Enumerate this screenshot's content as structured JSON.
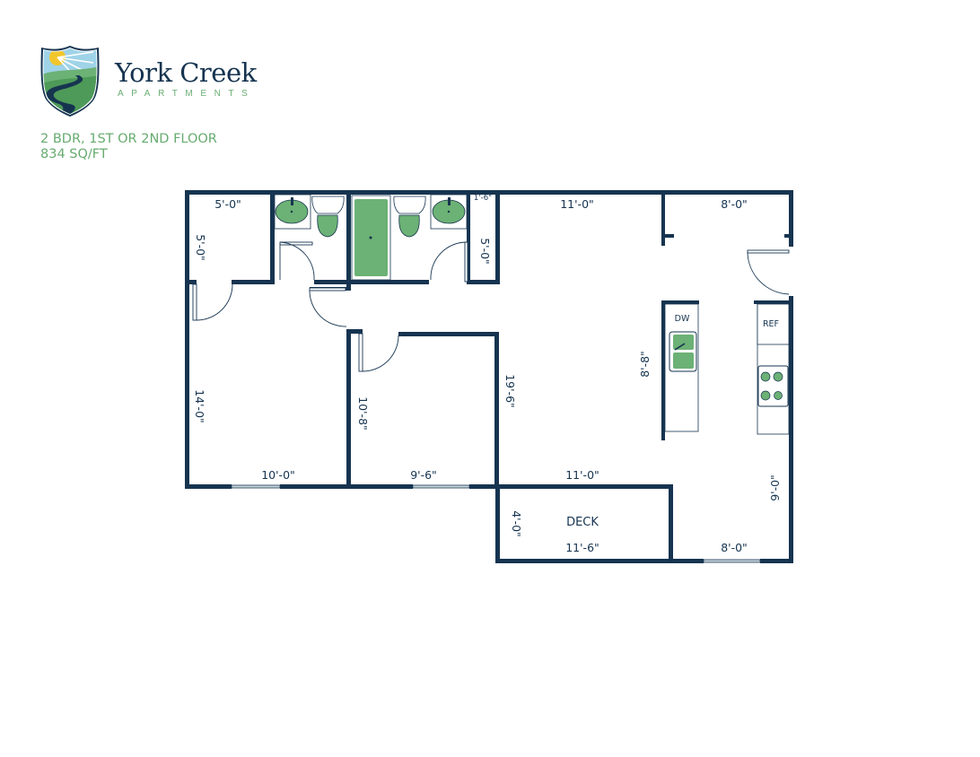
{
  "brand": {
    "name": "York Creek",
    "subtitle": "APARTMENTS"
  },
  "unit": {
    "type": "2 BDR, 1ST OR 2ND FLOOR",
    "area": "834 SQ/FT"
  },
  "colors": {
    "wall": "#163450",
    "fixture_green": "#6cb175",
    "accent_green": "#67ab70",
    "window": "#c9d6dd"
  },
  "dimensions": {
    "closet_width": "5'-0\"",
    "closet_depth": "5'-0\"",
    "bath_closet_width": "1'-6\"",
    "bath2_depth": "5'-0\"",
    "bedroom1_depth": "14'-0\"",
    "bedroom1_width": "10'-0\"",
    "bedroom2_depth": "10'-8\"",
    "bedroom2_width": "9'-6\"",
    "living_width_top": "11'-0\"",
    "living_depth": "19'-6\"",
    "living_width_bottom": "11'-0\"",
    "kitchen_width_top": "8'-0\"",
    "kitchen_island_length": "8'-8\"",
    "dining_depth": "9'-0\"",
    "dining_width": "8'-0\"",
    "deck_depth": "4'-0\"",
    "deck_width": "11'-6\""
  },
  "labels": {
    "deck": "DECK",
    "dishwasher": "DW",
    "refrigerator": "REF"
  }
}
